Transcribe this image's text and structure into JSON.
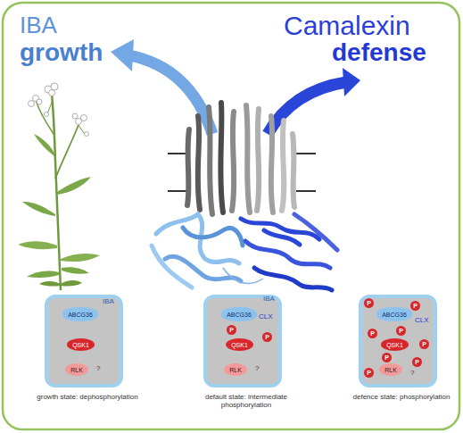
{
  "diagram": {
    "nodes": [
      {
        "text": [
          "growth state: dephosphorylation"
        ]
      },
      {
        "text": [
          "ABCG36"
        ],
        "in": 0
      },
      {
        "text": [
          "QSK1"
        ],
        "in": 0
      },
      {
        "text": [
          "RLK"
        ],
        "in": 0
      },
      {
        "text": [
          "default state: intermediate phosphorylation"
        ]
      },
      {
        "text": [
          "ABCG36"
        ],
        "in": 4
      },
      {
        "text": [
          "QSK1"
        ],
        "in": 4
      },
      {
        "text": [
          "RLK"
        ],
        "in": 4
      },
      {
        "text": [
          "defence state: phosphorylation"
        ]
      },
      {
        "text": [
          "ABCG36"
        ],
        "in": 8
      },
      {
        "text": [
          "QSK1"
        ],
        "in": 8
      },
      {
        "text": [
          "RLK"
        ],
        "in": 8
      }
    ],
    "labels": [
      "IBA",
      "growth",
      "Camalexin",
      "defense",
      "IBA",
      "?",
      "IBA",
      "CLX",
      "P",
      "P",
      "?",
      "CLX",
      "P",
      "P",
      "P",
      "P",
      "P",
      "P",
      "P",
      "P",
      "?"
    ]
  }
}
